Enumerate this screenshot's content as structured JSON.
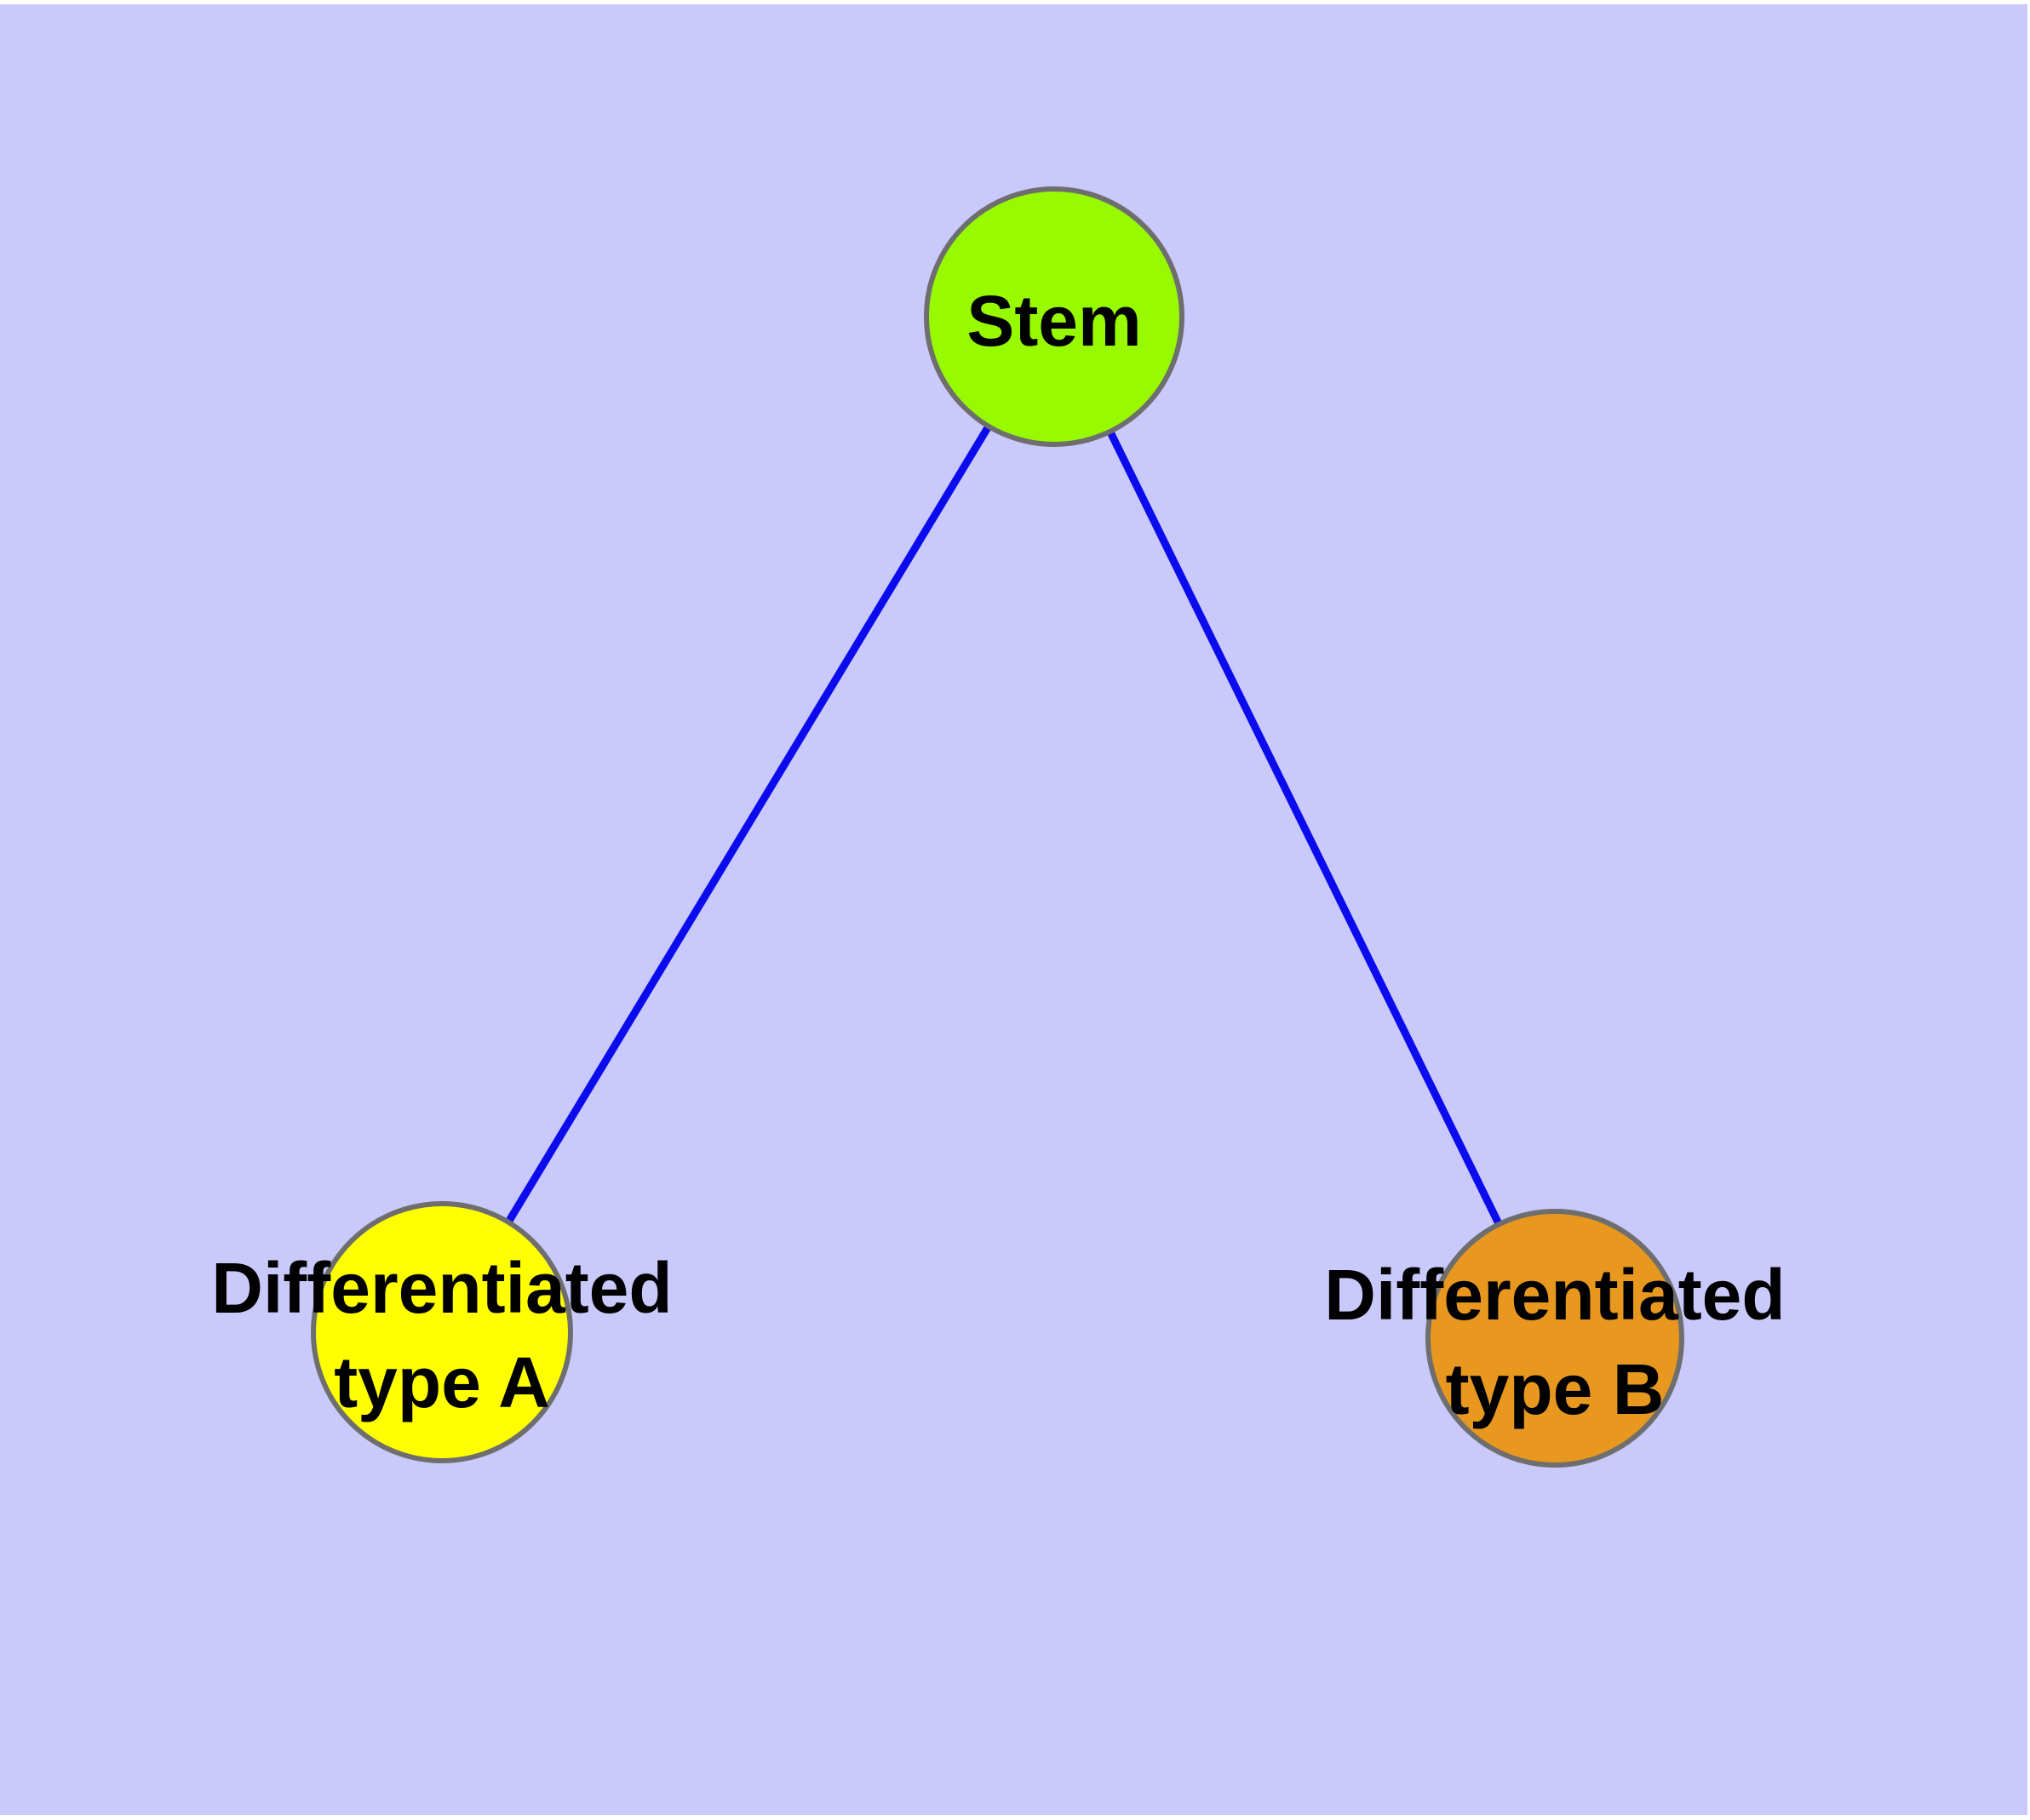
{
  "page": {
    "background_color": "#ffffff"
  },
  "diagram": {
    "type": "graph",
    "description": "Cell differentiation tree: one stem node with two differentiated child nodes",
    "background_color": "#c9c9fb",
    "edge_color": "#0b0bee",
    "node_border_color": "#6e6e6e",
    "label_color": "#000000",
    "nodes": [
      {
        "id": "stem",
        "label": "Stem",
        "fill": "#97fa00"
      },
      {
        "id": "differentiated-type-a",
        "label_line1": "Differentiated",
        "label_line2": "type A",
        "fill": "#ffff00"
      },
      {
        "id": "differentiated-type-b",
        "label_line1": "Differentiated",
        "label_line2": "type B",
        "fill": "#e8981e"
      }
    ],
    "edges": [
      {
        "from": "stem",
        "to": "differentiated-type-a"
      },
      {
        "from": "stem",
        "to": "differentiated-type-b"
      }
    ]
  }
}
